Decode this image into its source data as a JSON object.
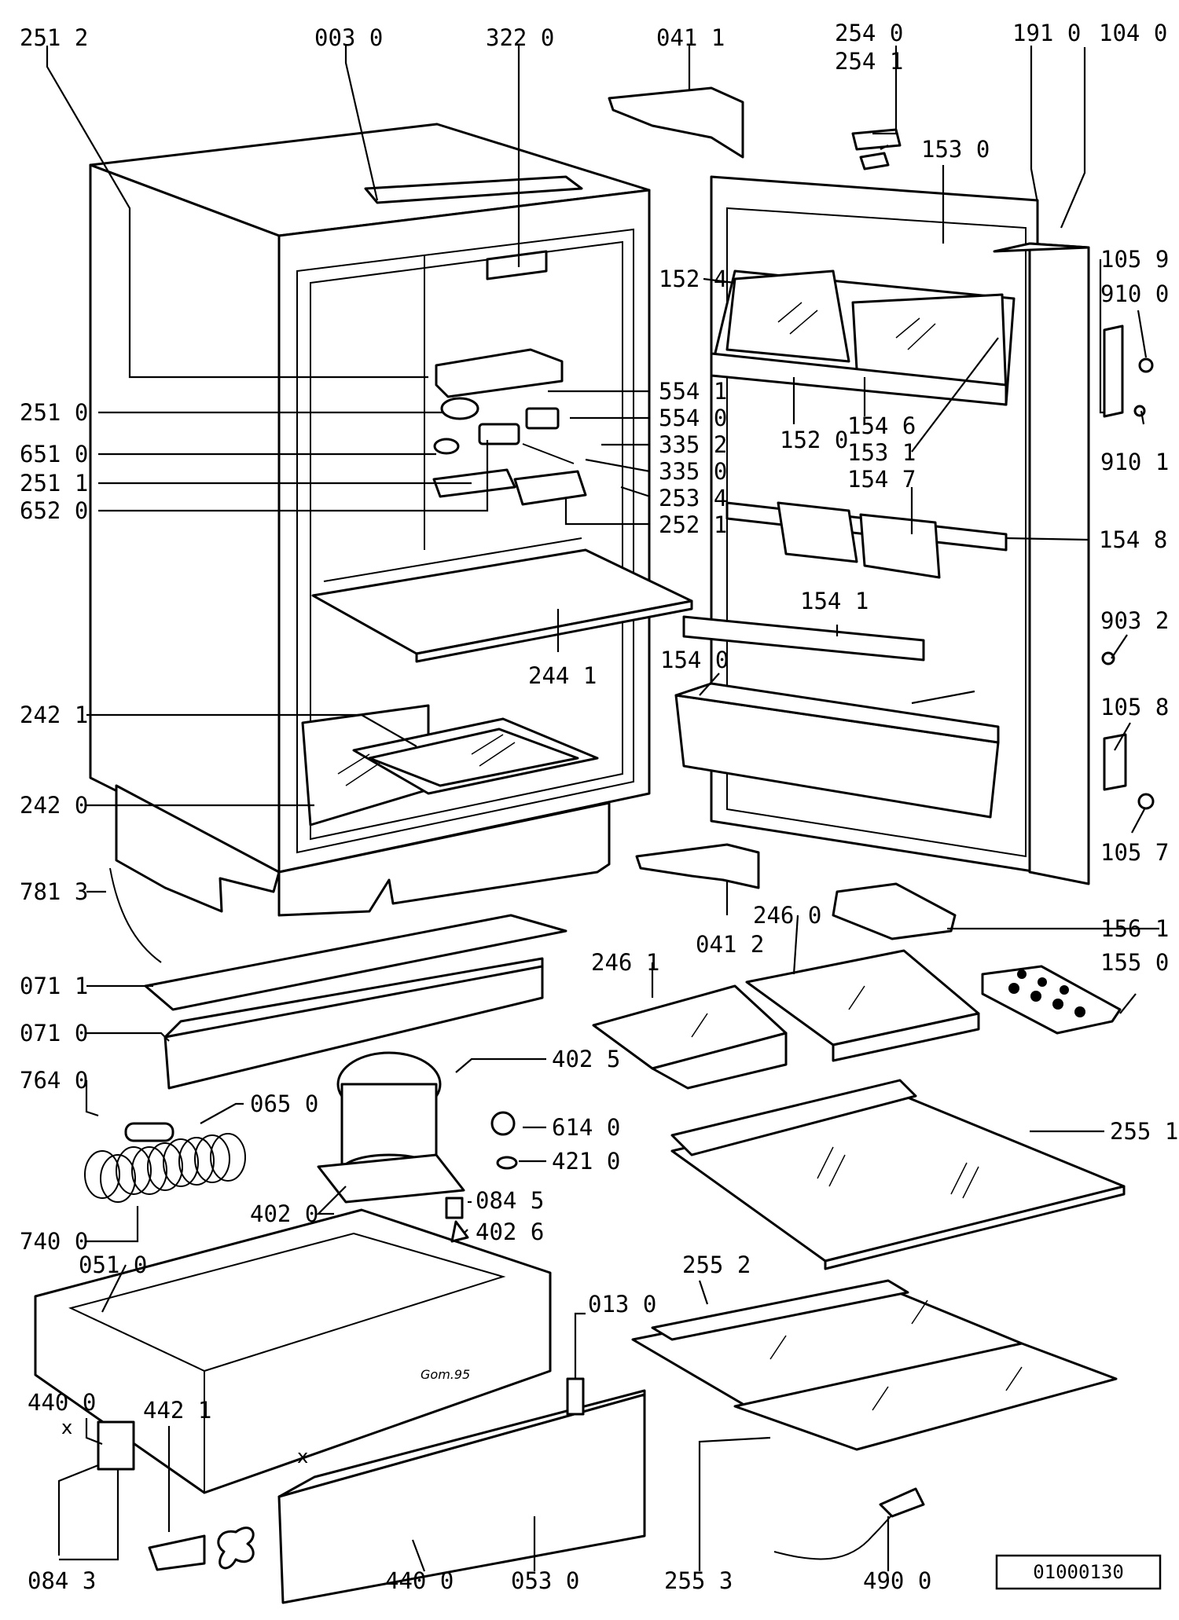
{
  "labels": {
    "l2512": "251 2",
    "l0030": "003 0",
    "l3220": "322 0",
    "l0411": "041 1",
    "l2540": "254 0",
    "l2541": "254 1",
    "l1910": "191 0",
    "l1040": "104 0",
    "l1530": "153 0",
    "l1524": "152 4",
    "l1059": "105 9",
    "l9100": "910 0",
    "l5541": "554 1",
    "l2510": "251 0",
    "l5540": "554 0",
    "l1520": "152 0",
    "l1546": "154 6",
    "l6510": "651 0",
    "l3352": "335 2",
    "l1531": "153 1",
    "l9101": "910 1",
    "l2511": "251 1",
    "l3350": "335 0",
    "l1547": "154 7",
    "l6520": "652 0",
    "l2534": "253 4",
    "l2521": "252 1",
    "l1548": "154 8",
    "l1541": "154 1",
    "l9032": "903 2",
    "l2441": "244 1",
    "l1540": "154 0",
    "l2421": "242 1",
    "l1058": "105 8",
    "l2420": "242 0",
    "l1057": "105 7",
    "l7813": "781 3",
    "l0412": "041 2",
    "l2460": "246 0",
    "l1561": "156 1",
    "l2461": "246 1",
    "l0711": "071 1",
    "l1550": "155 0",
    "l0710": "071 0",
    "l4025": "402 5",
    "l7640": "764 0",
    "l0650": "065 0",
    "l6140": "614 0",
    "l2551": "255 1",
    "l4210": "421 0",
    "l4020": "402 0",
    "l0845": "084 5",
    "l4026": "402 6",
    "l7400": "740 0",
    "l0510": "051 0",
    "l2552": "255 2",
    "l0130": "013 0",
    "l4400a": "440 0",
    "l4421": "442 1",
    "l0843": "084 3",
    "l4400b": "440 0",
    "l0530": "053 0",
    "l2553": "255 3",
    "l4900": "490 0"
  },
  "stamp": "Gom.95",
  "mark_x": "x",
  "reference_number": "01000130"
}
